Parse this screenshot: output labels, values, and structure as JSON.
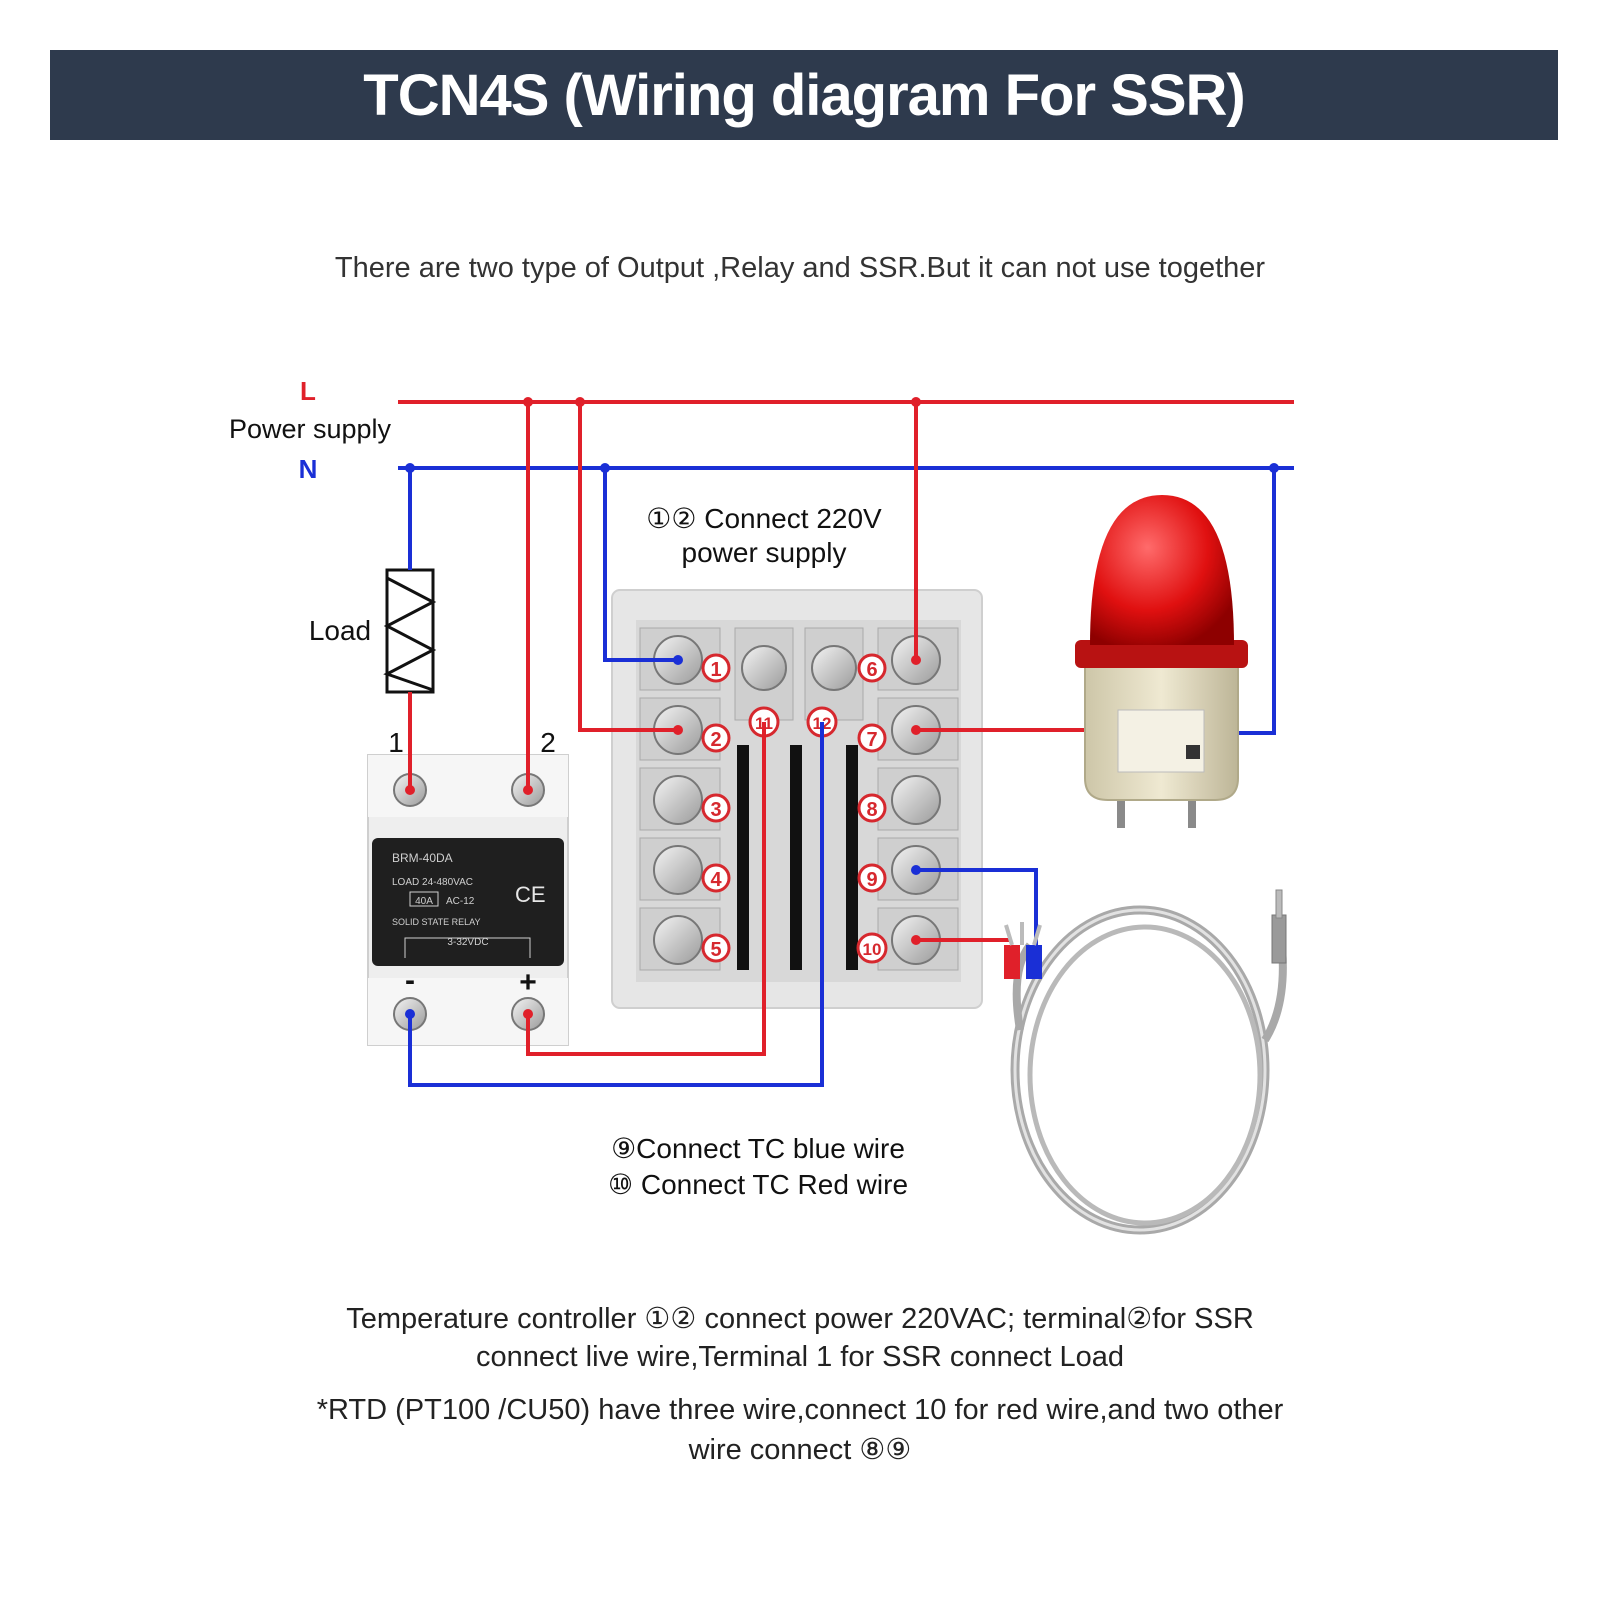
{
  "header": {
    "title": "TCN4S (Wiring diagram For SSR)"
  },
  "subtitle": "There are two type of Output ,Relay and SSR.But it can not use together",
  "power": {
    "live_label": "L",
    "supply_label": "Power supply",
    "neutral_label": "N"
  },
  "load": {
    "label": "Load"
  },
  "ssr": {
    "terminal_1": "1",
    "terminal_2": "2",
    "minus": "-",
    "plus": "+",
    "model": "BRM-40DA",
    "load_rating": "LOAD 24-480VAC",
    "current": "40A",
    "ac_class": "AC-12",
    "ce_mark": "CE",
    "type": "SOLID STATE RELAY",
    "input": "3-32VDC"
  },
  "callouts": {
    "power_line1": "①② Connect 220V",
    "power_line2": "power supply",
    "tc_blue": "⑨Connect TC blue wire",
    "tc_red": "⑩ Connect TC Red wire"
  },
  "controller": {
    "terminals": [
      "1",
      "2",
      "3",
      "4",
      "5",
      "6",
      "7",
      "8",
      "9",
      "10",
      "11",
      "12"
    ]
  },
  "notes": {
    "line1": "Temperature controller ①② connect power 220VAC; terminal②for SSR",
    "line2": "connect  live wire,Terminal 1 for SSR connect Load",
    "line3": "*RTD (PT100 /CU50) have three wire,connect 10 for red wire,and two other",
    "line4": "wire connect ⑧⑨"
  },
  "colors": {
    "banner": "#2e3a4d",
    "live": "#e0202a",
    "neutral": "#1a2fd6",
    "terminal_mark": "#d6282e"
  }
}
